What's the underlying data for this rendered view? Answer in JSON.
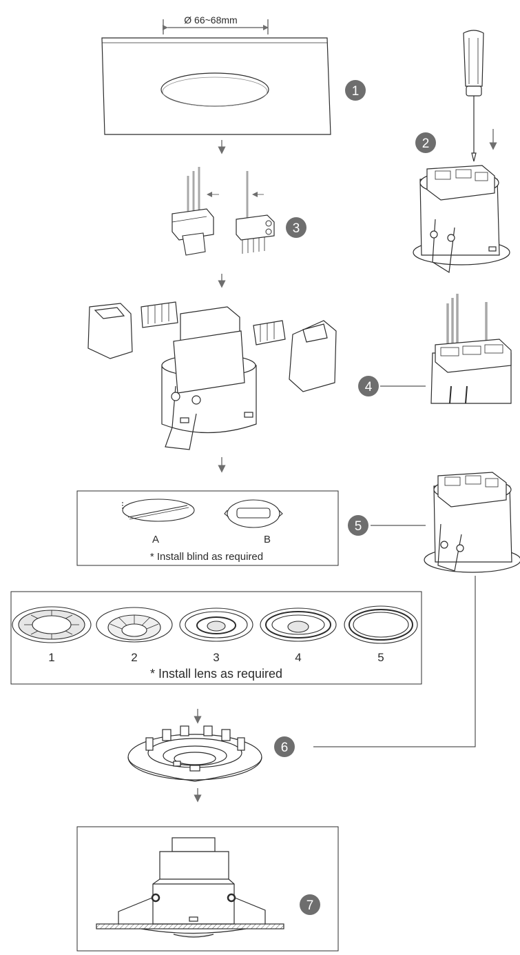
{
  "dimension_label": "Ø 66~68mm",
  "steps": [
    "1",
    "2",
    "3",
    "4",
    "5",
    "6",
    "7"
  ],
  "blind_options": [
    "A",
    "B"
  ],
  "blind_note": "* Install blind as required",
  "lens_options": [
    "1",
    "2",
    "3",
    "4",
    "5"
  ],
  "lens_note": "* Install lens as required",
  "colors": {
    "line": "#2b2b2b",
    "badge": "#6e6e6e",
    "badge_text": "#ffffff",
    "wire": "#a8a8a8",
    "arrow": "#6e6e6e",
    "ceiling_fill": "#ffffff",
    "hatch": "#555555"
  }
}
